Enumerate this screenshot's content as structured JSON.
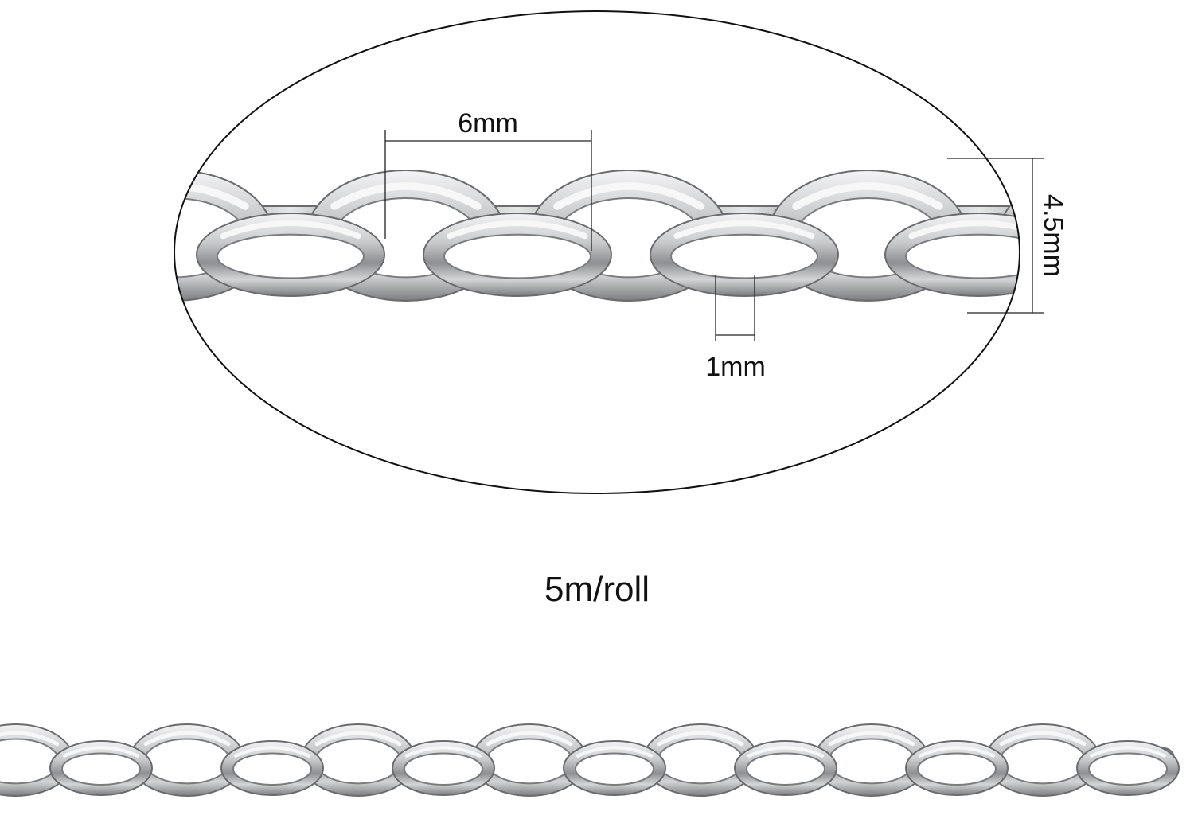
{
  "dimensions": {
    "link_length": "6mm",
    "link_width": "4.5mm",
    "wire_thickness": "1mm"
  },
  "caption": "5m/roll",
  "colors": {
    "background": "#ffffff",
    "outline": "#111111",
    "metal_light": "#e9e9ea",
    "metal_mid": "#b9babc",
    "metal_dark": "#6f7072"
  }
}
